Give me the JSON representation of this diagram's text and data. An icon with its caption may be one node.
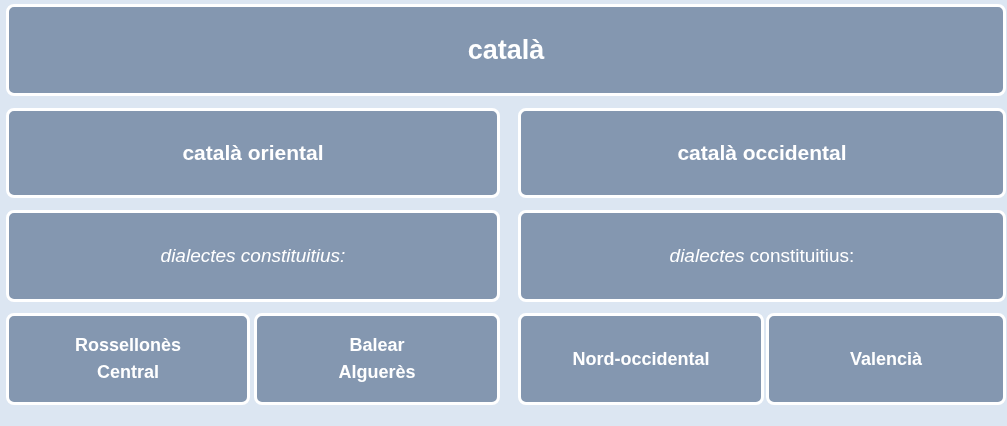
{
  "diagram": {
    "nodes": [
      {
        "text": [
          "català"
        ]
      },
      {
        "text": [
          "català oriental"
        ]
      },
      {
        "text": [
          "català occidental"
        ]
      },
      {
        "text": [
          "dialectes constituitius:"
        ]
      },
      {
        "text": [
          "*dialectes* constituitius:"
        ]
      },
      {
        "text": [
          "Rossellonès",
          "Central"
        ]
      },
      {
        "text": [
          "Balear",
          "Alguerès"
        ]
      },
      {
        "text": [
          "Nord-occidental"
        ]
      },
      {
        "text": [
          "Valencià"
        ]
      }
    ],
    "edges": []
  }
}
